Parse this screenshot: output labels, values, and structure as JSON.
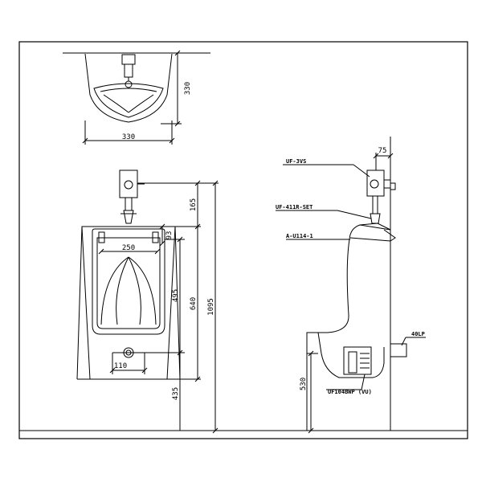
{
  "colors": {
    "line": "#000000",
    "background": "#ffffff"
  },
  "top_view": {
    "width": "330",
    "depth": "330"
  },
  "front_view": {
    "valve_height": "165",
    "top_inner": "93",
    "inner_width": "250",
    "bowl_height": "495",
    "body_height": "640",
    "total_height": "1095",
    "outlet_width": "110",
    "floor_height": "435"
  },
  "side_view": {
    "offset": "75",
    "labels": {
      "valve": "UF-3VS",
      "spreader": "UF-411R-SET",
      "hanger": "A-U114-1",
      "trap": "UF104BWP (VU)",
      "outlet": "40LP"
    },
    "outlet_height": "530"
  }
}
